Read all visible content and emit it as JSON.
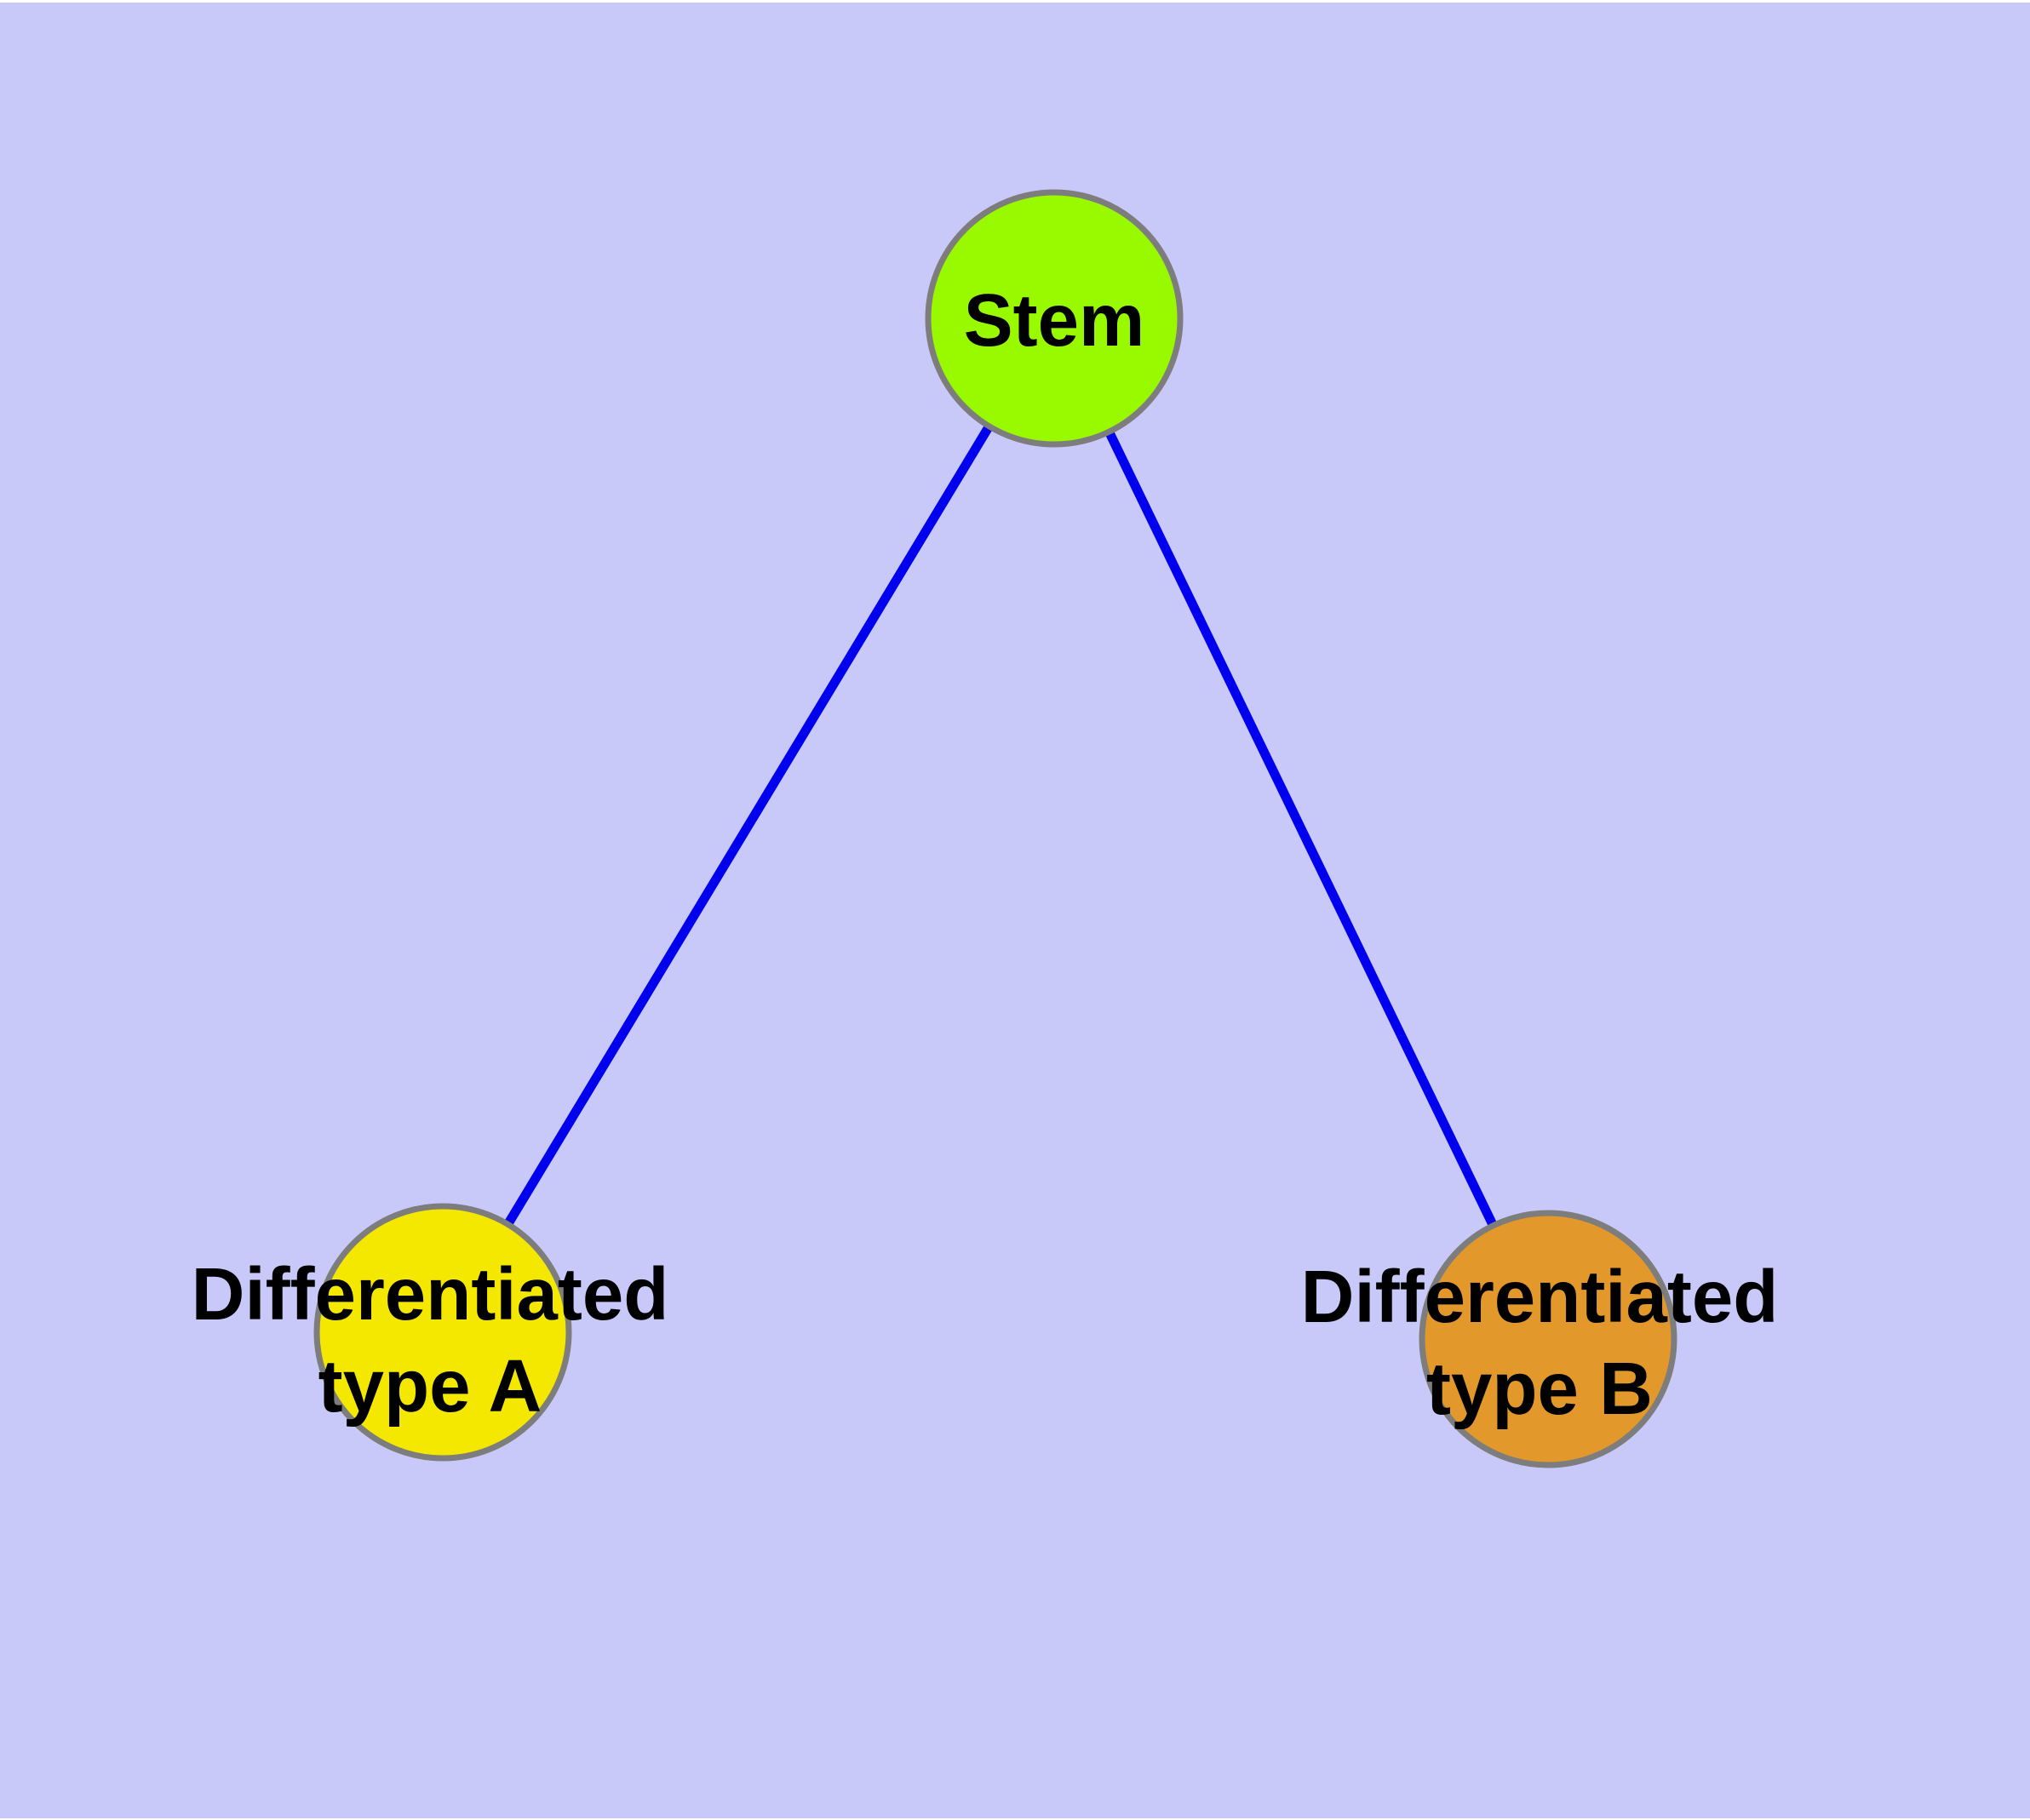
{
  "diagram": {
    "type": "node-link-graph",
    "description": "Stem cell differentiation diagram: one stem node branching to two differentiated cell types",
    "colors": {
      "canvas": "#FFFFFF",
      "background": "#C9C9F9",
      "edge": "#0000EE",
      "node_border": "#7D7D7D",
      "stem_fill": "#99FA00",
      "type_a_fill": "#F4E800",
      "type_b_fill": "#E2982B",
      "label_text": "#000000"
    },
    "nodes": {
      "stem": {
        "label": "Stem"
      },
      "type_a": {
        "line1": "Differentiated",
        "line2": "type A"
      },
      "type_b": {
        "line1": "Differentiated",
        "line2": "type B"
      }
    },
    "edges": [
      {
        "from": "Stem",
        "to": "Differentiated type A"
      },
      {
        "from": "Stem",
        "to": "Differentiated type B"
      }
    ]
  }
}
